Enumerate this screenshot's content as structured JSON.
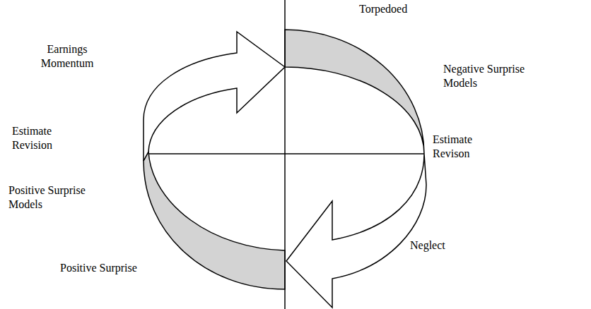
{
  "diagram": {
    "labels": [
      "Torpedoed",
      "Earnings Momentum",
      "Negative Surprise Models",
      "Estimate Revision",
      "Estimate Revison",
      "Positive Surprise Models",
      "Neglect",
      "Positive Surprise"
    ]
  }
}
